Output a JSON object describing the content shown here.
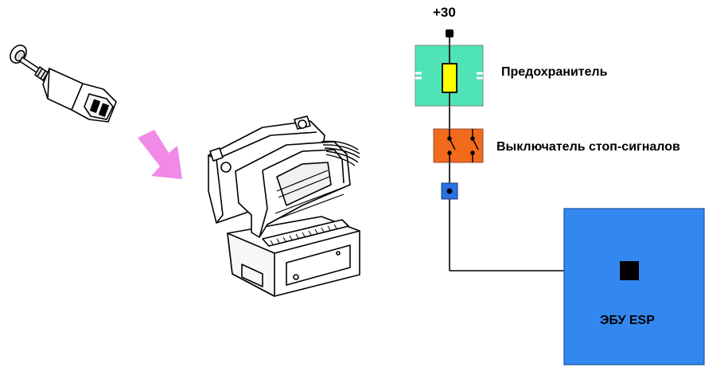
{
  "supply_label": "+30",
  "fuse_label": "Предохранитель",
  "switch_label": "Выключатель стоп-сигналов",
  "ecu_label": "ЭБУ ESP",
  "colors": {
    "fuse_box": "#4fe3b6",
    "fuse": "#ffff00",
    "switch_box": "#f36a1c",
    "connector": "#2a72e0",
    "ecu": "#3388f0",
    "arrow": "#f08ae6",
    "wire": "#000000"
  },
  "icons": [
    "brake-light-switch-icon",
    "connector-block-icon",
    "direction-arrow-icon"
  ]
}
